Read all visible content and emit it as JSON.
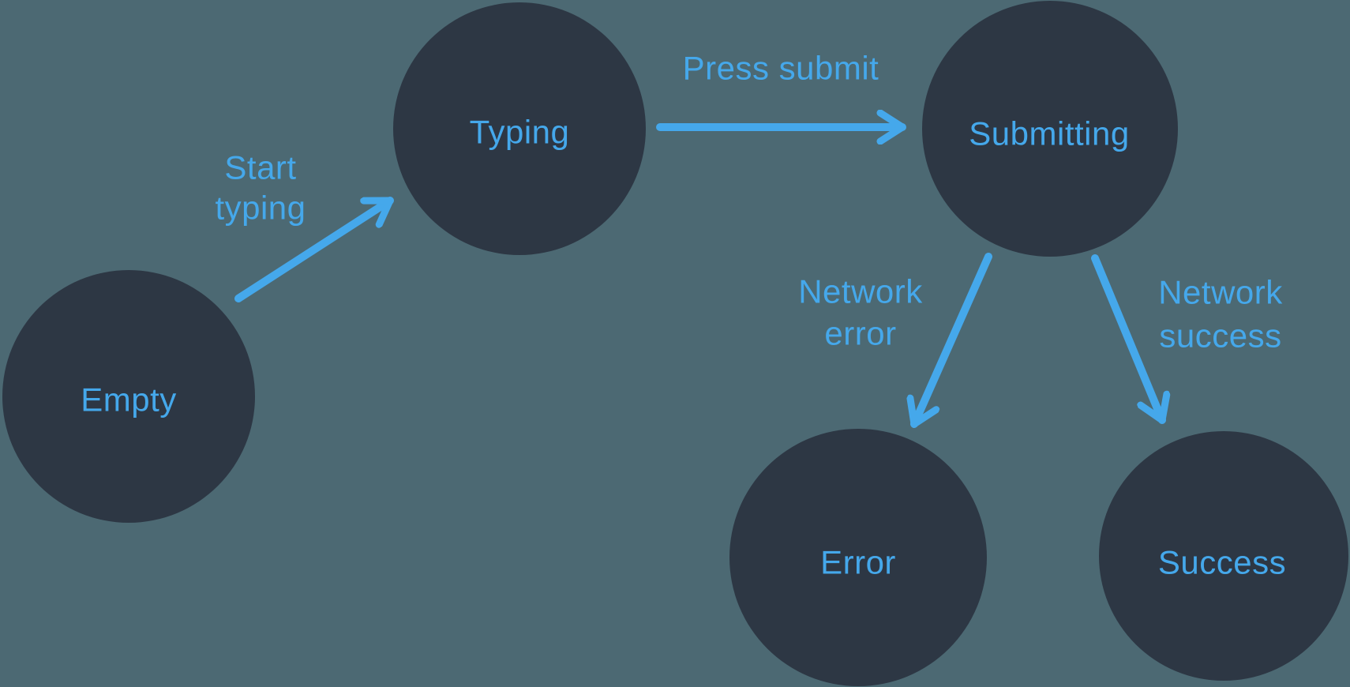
{
  "diagram": {
    "type": "state-machine",
    "colors": {
      "background": "#4C6973",
      "node_fill": "#2D3744",
      "accent": "#45A8EB"
    },
    "nodes": {
      "empty": {
        "label": "Empty"
      },
      "typing": {
        "label": "Typing"
      },
      "submitting": {
        "label": "Submitting"
      },
      "error": {
        "label": "Error"
      },
      "success": {
        "label": "Success"
      }
    },
    "edges": {
      "start_typing": {
        "label": "Start typing",
        "line1": "Start",
        "line2": "typing",
        "from": "Empty",
        "to": "Typing"
      },
      "press_submit": {
        "label": "Press submit",
        "line1": "Press submit",
        "from": "Typing",
        "to": "Submitting"
      },
      "network_error": {
        "label": "Network error",
        "line1": "Network",
        "line2": "error",
        "from": "Submitting",
        "to": "Error"
      },
      "network_success": {
        "label": "Network success",
        "line1": "Network",
        "line2": "success",
        "from": "Submitting",
        "to": "Success"
      }
    }
  }
}
